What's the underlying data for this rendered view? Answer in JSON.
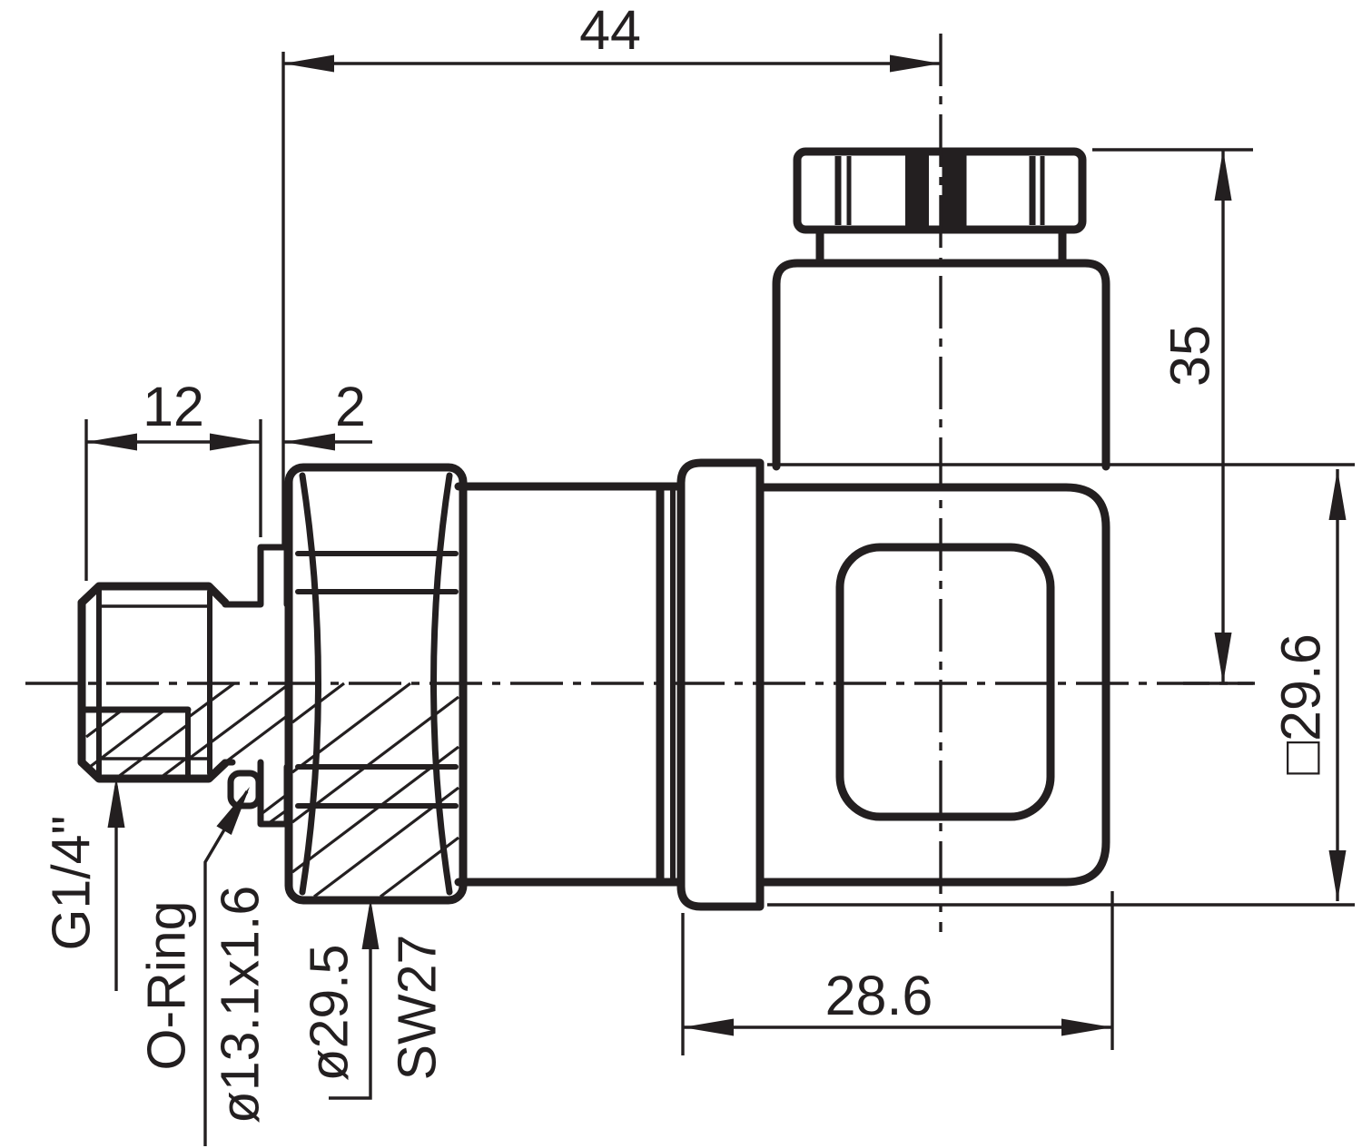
{
  "drawing": {
    "title_implied": "pressure-fitting-technical-drawing",
    "colors": {
      "line": "#231f20",
      "background": "#ffffff"
    },
    "dimensions": {
      "overall_length": "44",
      "thread_length": "12",
      "seal_edge_width": "2",
      "height_above_axis": "35",
      "connector_square": "□29.6",
      "connector_depth": "28.6"
    },
    "labels": {
      "thread": "G1/4\"",
      "oring": "O-Ring",
      "oring_size": "ø13.1x1.6",
      "hex_corner_diameter": "ø29.5",
      "wrench_size": "SW27"
    }
  }
}
